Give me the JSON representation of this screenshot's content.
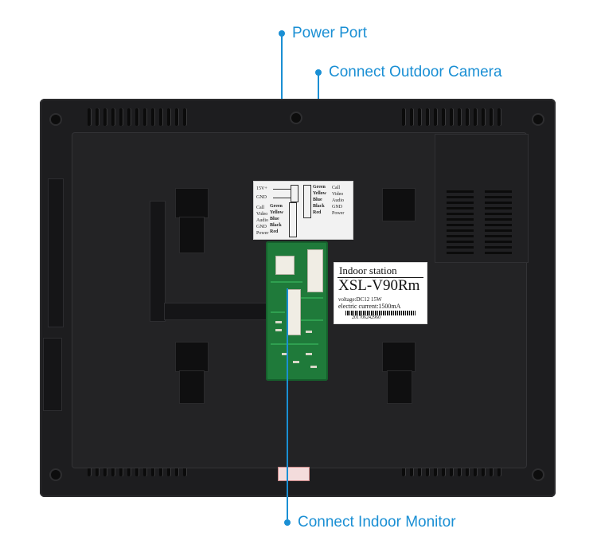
{
  "callouts": {
    "power_port": "Power Port",
    "outdoor_camera": "Connect Outdoor Camera",
    "indoor_monitor": "Connect Indoor Monitor"
  },
  "sticker": {
    "power_label": "15V+",
    "power_gnd": "GND",
    "left_labels": [
      "Call",
      "Video",
      "Audio",
      "GND",
      "Power"
    ],
    "left_colors": [
      "Green",
      "Yellow",
      "Blue",
      "Black",
      "Red"
    ],
    "right_colors": [
      "Green",
      "Yellow",
      "Blue",
      "Black",
      "Red"
    ],
    "right_labels": [
      "Call",
      "Video",
      "Audio",
      "GND",
      "Power"
    ]
  },
  "label": {
    "line1": "Indoor station",
    "line2": "XSL-V90Rm",
    "line3": "voltage:DC12   15W",
    "line4": "electric current:1500mA",
    "serial": "201706242960"
  },
  "colors": {
    "accent": "#1a8fd4",
    "device_body": "#1d1d1f",
    "pcb": "#1f7a3a"
  }
}
